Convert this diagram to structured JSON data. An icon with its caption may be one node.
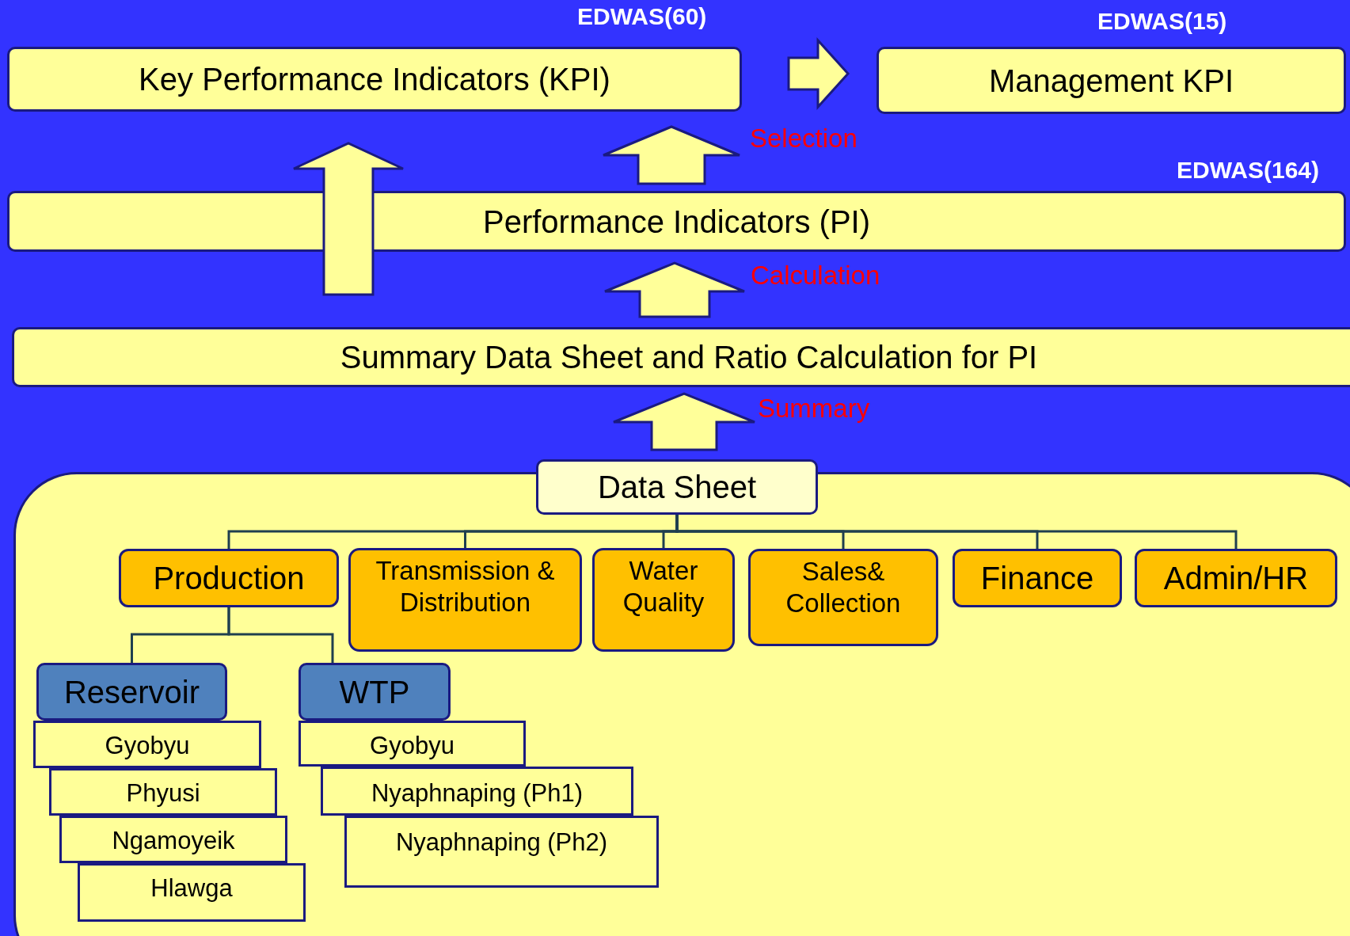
{
  "diagram": {
    "nodes": [
      {
        "text": [
          "Key Performance Indicators (KPI)"
        ],
        "beside": [
          "EDWAS(60)"
        ]
      },
      {
        "text": [
          "Management KPI"
        ],
        "beside": [
          "EDWAS(15)"
        ]
      },
      {
        "text": [
          "Performance Indicators (PI)"
        ],
        "beside": [
          "EDWAS(164)"
        ]
      },
      {
        "text": [
          "Summary Data Sheet and Ratio Calculation for PI"
        ]
      },
      {
        "text": [
          "Data Sheet"
        ]
      },
      {
        "text": [
          "Production"
        ]
      },
      {
        "text": [
          "Transmission & Distribution"
        ]
      },
      {
        "text": [
          "Water Quality"
        ]
      },
      {
        "text": [
          "Sales& Collection"
        ]
      },
      {
        "text": [
          "Finance"
        ]
      },
      {
        "text": [
          "Admin/HR"
        ]
      },
      {
        "text": [
          "Reservoir"
        ]
      },
      {
        "text": [
          "WTP"
        ]
      },
      {
        "text": [
          "Gyobyu"
        ]
      },
      {
        "text": [
          "Phyusi"
        ]
      },
      {
        "text": [
          "Ngamoyeik"
        ]
      },
      {
        "text": [
          "Hlawga"
        ]
      },
      {
        "text": [
          "Gyobyu"
        ]
      },
      {
        "text": [
          "Nyaphnaping (Ph1)"
        ]
      },
      {
        "text": [
          "Nyaphnaping (Ph2)"
        ]
      }
    ],
    "edges": [
      {
        "from": 0,
        "to": 1,
        "arrow": "to"
      },
      {
        "from": 2,
        "to": 0,
        "arrow": "to",
        "label": "Selection"
      },
      {
        "from": 3,
        "to": 0,
        "arrow": "to"
      },
      {
        "from": 3,
        "to": 2,
        "arrow": "to",
        "label": "Calculation"
      },
      {
        "from": 4,
        "to": 3,
        "arrow": "to",
        "label": "Summary"
      },
      {
        "from": 4,
        "to": 5,
        "arrow": "none"
      },
      {
        "from": 4,
        "to": 6,
        "arrow": "none"
      },
      {
        "from": 4,
        "to": 7,
        "arrow": "none"
      },
      {
        "from": 4,
        "to": 8,
        "arrow": "none"
      },
      {
        "from": 4,
        "to": 9,
        "arrow": "none"
      },
      {
        "from": 4,
        "to": 10,
        "arrow": "none"
      },
      {
        "from": 5,
        "to": 11,
        "arrow": "none"
      },
      {
        "from": 5,
        "to": 12,
        "arrow": "none"
      }
    ]
  }
}
